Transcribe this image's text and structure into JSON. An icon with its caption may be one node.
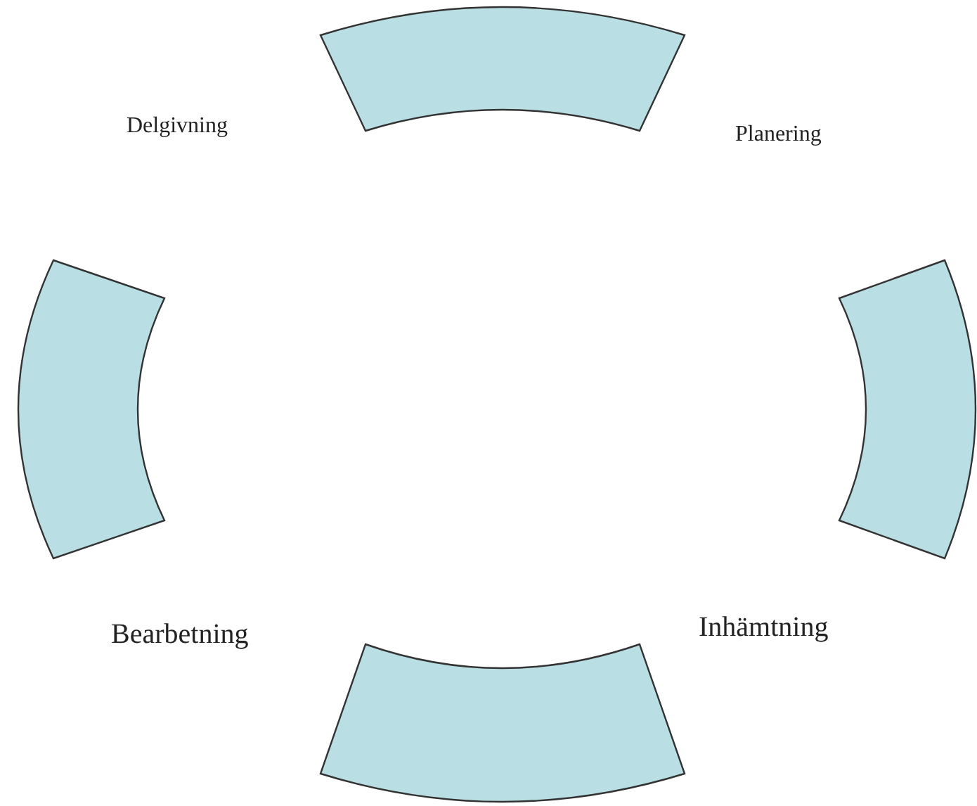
{
  "diagram": {
    "nodes": [
      {
        "text": [],
        "shape": "arc"
      },
      {
        "text": [],
        "shape": "arc"
      },
      {
        "text": [],
        "shape": "arc"
      },
      {
        "text": [],
        "shape": "arc"
      }
    ],
    "labels": [
      "Delgivning",
      "Planering",
      "Bearbetning",
      "Inhämtning"
    ]
  }
}
